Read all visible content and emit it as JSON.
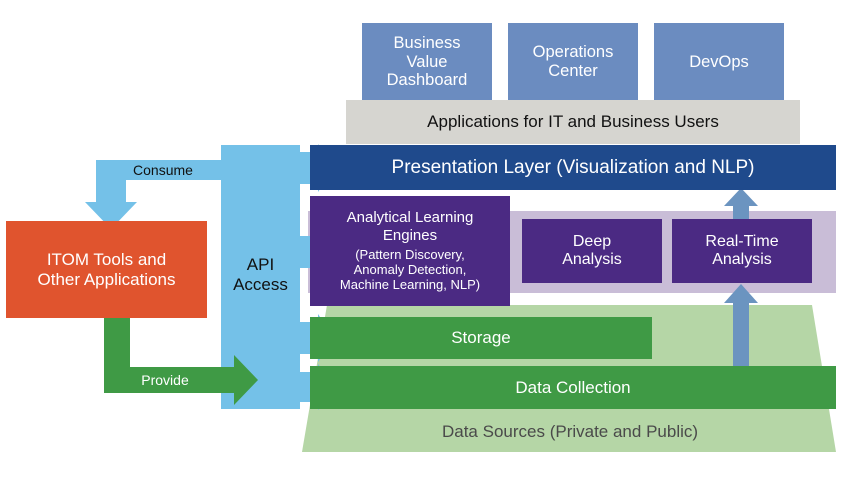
{
  "colors": {
    "top_app_blue": "#6b8cc0",
    "apps_bar_gray": "#d6d5d0",
    "presentation_blue": "#1f4a8c",
    "api_light_blue": "#74c1e8",
    "analytics_purple": "#4b2a83",
    "analytics_bg_lavender": "#c9bdd7",
    "storage_green": "#3f9a45",
    "data_sources_green": "#b5d6a6",
    "itom_orange": "#e0542e",
    "arrow_steelblue": "#6b94c0"
  },
  "top_apps": [
    {
      "label": "Business\nValue\nDashboard"
    },
    {
      "label": "Operations\nCenter"
    },
    {
      "label": "DevOps"
    }
  ],
  "apps_bar": {
    "label": "Applications for IT and Business Users"
  },
  "presentation": {
    "label": "Presentation Layer (Visualization and NLP)"
  },
  "analytics": {
    "title": "Analytical Learning\nEngines",
    "detail": "(Pattern Discovery,\nAnomaly Detection,\nMachine Learning, NLP)",
    "deep": "Deep\nAnalysis",
    "realtime": "Real-Time\nAnalysis"
  },
  "storage": {
    "label": "Storage"
  },
  "data_collection": {
    "label": "Data Collection"
  },
  "data_sources": {
    "label": "Data Sources (Private and Public)"
  },
  "api": {
    "label": "API\nAccess"
  },
  "itom": {
    "label": "ITOM Tools and\nOther Applications"
  },
  "flows": {
    "consume": "Consume",
    "provide": "Provide"
  }
}
